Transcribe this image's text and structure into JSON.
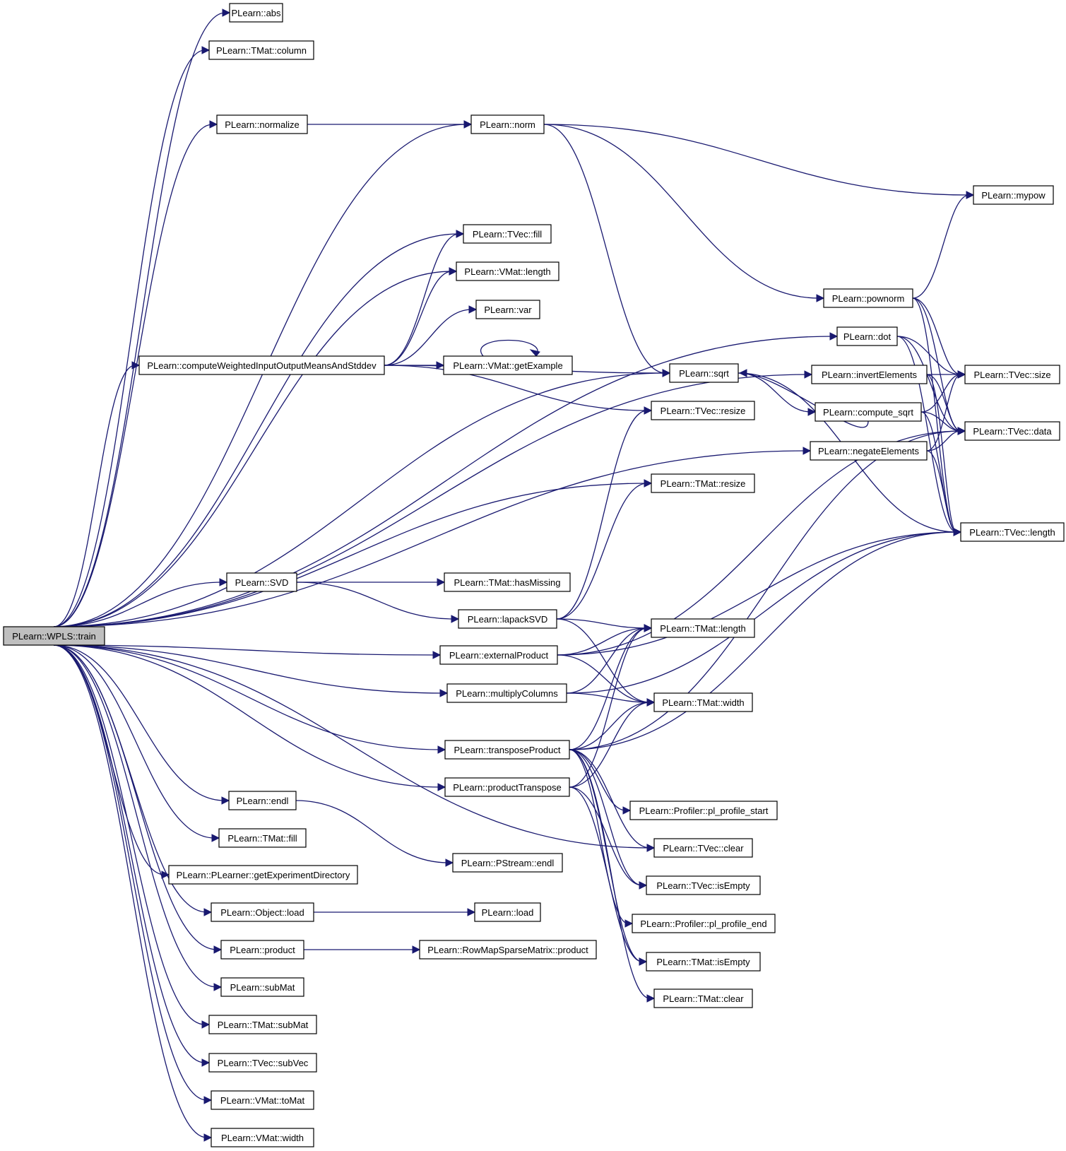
{
  "graph": {
    "colors": {
      "edge": "#191970",
      "root_fill": "#bfbfbf",
      "node_fill": "#ffffff",
      "border_default": "#000000",
      "border_truncated": "#ff0000"
    },
    "nodes": [
      {
        "id": "train",
        "label": "PLearn::WPLS::train",
        "root": true
      },
      {
        "id": "abs",
        "label": "PLearn::abs"
      },
      {
        "id": "tmat_column",
        "label": "PLearn::TMat::column"
      },
      {
        "id": "normalize",
        "label": "PLearn::normalize"
      },
      {
        "id": "norm",
        "label": "PLearn::norm"
      },
      {
        "id": "mypow",
        "label": "PLearn::mypow",
        "truncated": true
      },
      {
        "id": "tvec_fill",
        "label": "PLearn::TVec::fill"
      },
      {
        "id": "vmat_length",
        "label": "PLearn::VMat::length"
      },
      {
        "id": "var",
        "label": "PLearn::var"
      },
      {
        "id": "pownorm",
        "label": "PLearn::pownorm"
      },
      {
        "id": "dot",
        "label": "PLearn::dot"
      },
      {
        "id": "cwio",
        "label": "PLearn::computeWeightedInputOutputMeansAndStddev"
      },
      {
        "id": "getexample",
        "label": "PLearn::VMat::getExample"
      },
      {
        "id": "sqrt",
        "label": "PLearn::sqrt"
      },
      {
        "id": "invert",
        "label": "PLearn::invertElements"
      },
      {
        "id": "tvec_size",
        "label": "PLearn::TVec::size"
      },
      {
        "id": "tvec_resize",
        "label": "PLearn::TVec::resize"
      },
      {
        "id": "compute_sqrt",
        "label": "PLearn::compute_sqrt"
      },
      {
        "id": "tvec_data",
        "label": "PLearn::TVec::data"
      },
      {
        "id": "negate",
        "label": "PLearn::negateElements"
      },
      {
        "id": "tmat_resize",
        "label": "PLearn::TMat::resize"
      },
      {
        "id": "tvec_length",
        "label": "PLearn::TVec::length"
      },
      {
        "id": "svd",
        "label": "PLearn::SVD"
      },
      {
        "id": "hasmissing",
        "label": "PLearn::TMat::hasMissing"
      },
      {
        "id": "lapacksvd",
        "label": "PLearn::lapackSVD",
        "truncated": true
      },
      {
        "id": "tmat_length",
        "label": "PLearn::TMat::length"
      },
      {
        "id": "extprod",
        "label": "PLearn::externalProduct"
      },
      {
        "id": "multcols",
        "label": "PLearn::multiplyColumns"
      },
      {
        "id": "tmat_width",
        "label": "PLearn::TMat::width"
      },
      {
        "id": "transprod",
        "label": "PLearn::transposeProduct"
      },
      {
        "id": "prodtrans",
        "label": "PLearn::productTranspose"
      },
      {
        "id": "endl",
        "label": "PLearn::endl"
      },
      {
        "id": "prof_start",
        "label": "PLearn::Profiler::pl_profile_start"
      },
      {
        "id": "tmat_fill",
        "label": "PLearn::TMat::fill"
      },
      {
        "id": "tvec_clear",
        "label": "PLearn::TVec::clear"
      },
      {
        "id": "pstream_endl",
        "label": "PLearn::PStream::endl",
        "truncated": true
      },
      {
        "id": "getexpdir",
        "label": "PLearn::PLearner::getExperimentDirectory"
      },
      {
        "id": "tvec_isempty",
        "label": "PLearn::TVec::isEmpty"
      },
      {
        "id": "obj_load",
        "label": "PLearn::Object::load"
      },
      {
        "id": "load",
        "label": "PLearn::load",
        "truncated": true
      },
      {
        "id": "prof_end",
        "label": "PLearn::Profiler::pl_profile_end"
      },
      {
        "id": "product",
        "label": "PLearn::product"
      },
      {
        "id": "rowmap_product",
        "label": "PLearn::RowMapSparseMatrix::product"
      },
      {
        "id": "tmat_isempty",
        "label": "PLearn::TMat::isEmpty"
      },
      {
        "id": "submat",
        "label": "PLearn::subMat"
      },
      {
        "id": "tmat_clear",
        "label": "PLearn::TMat::clear"
      },
      {
        "id": "tmat_submat",
        "label": "PLearn::TMat::subMat"
      },
      {
        "id": "tvec_subvec",
        "label": "PLearn::TVec::subVec"
      },
      {
        "id": "vmat_tomat",
        "label": "PLearn::VMat::toMat"
      },
      {
        "id": "vmat_width",
        "label": "PLearn::VMat::width"
      }
    ],
    "edges": [
      [
        "train",
        "abs"
      ],
      [
        "train",
        "tmat_column"
      ],
      [
        "train",
        "normalize"
      ],
      [
        "train",
        "norm"
      ],
      [
        "train",
        "tvec_fill"
      ],
      [
        "train",
        "vmat_length"
      ],
      [
        "train",
        "dot"
      ],
      [
        "train",
        "invert"
      ],
      [
        "train",
        "cwio"
      ],
      [
        "train",
        "sqrt"
      ],
      [
        "train",
        "negate"
      ],
      [
        "train",
        "tmat_resize"
      ],
      [
        "train",
        "svd"
      ],
      [
        "train",
        "extprod"
      ],
      [
        "train",
        "multcols"
      ],
      [
        "train",
        "transprod"
      ],
      [
        "train",
        "prodtrans"
      ],
      [
        "train",
        "endl"
      ],
      [
        "train",
        "tmat_fill"
      ],
      [
        "train",
        "getexpdir"
      ],
      [
        "train",
        "obj_load"
      ],
      [
        "train",
        "product"
      ],
      [
        "train",
        "submat"
      ],
      [
        "train",
        "tmat_submat"
      ],
      [
        "train",
        "tvec_subvec"
      ],
      [
        "train",
        "vmat_tomat"
      ],
      [
        "train",
        "vmat_width"
      ],
      [
        "train",
        "tvec_clear"
      ],
      [
        "normalize",
        "norm"
      ],
      [
        "norm",
        "mypow"
      ],
      [
        "norm",
        "pownorm"
      ],
      [
        "norm",
        "sqrt"
      ],
      [
        "pownorm",
        "mypow"
      ],
      [
        "pownorm",
        "tvec_size"
      ],
      [
        "pownorm",
        "tvec_data"
      ],
      [
        "pownorm",
        "tvec_length"
      ],
      [
        "dot",
        "tvec_size"
      ],
      [
        "dot",
        "tvec_data"
      ],
      [
        "dot",
        "tvec_length"
      ],
      [
        "invert",
        "tvec_size"
      ],
      [
        "invert",
        "tvec_data"
      ],
      [
        "invert",
        "tvec_length"
      ],
      [
        "cwio",
        "tvec_fill"
      ],
      [
        "cwio",
        "vmat_length"
      ],
      [
        "cwio",
        "var"
      ],
      [
        "cwio",
        "getexample"
      ],
      [
        "cwio",
        "sqrt"
      ],
      [
        "cwio",
        "tvec_resize"
      ],
      [
        "getexample",
        "getexample"
      ],
      [
        "sqrt",
        "compute_sqrt"
      ],
      [
        "sqrt",
        "tvec_length"
      ],
      [
        "compute_sqrt",
        "sqrt"
      ],
      [
        "compute_sqrt",
        "tvec_size"
      ],
      [
        "compute_sqrt",
        "tvec_data"
      ],
      [
        "compute_sqrt",
        "tvec_length"
      ],
      [
        "negate",
        "tvec_size"
      ],
      [
        "negate",
        "tvec_data"
      ],
      [
        "negate",
        "tvec_length"
      ],
      [
        "svd",
        "hasmissing"
      ],
      [
        "svd",
        "lapacksvd"
      ],
      [
        "lapacksvd",
        "tvec_resize"
      ],
      [
        "lapacksvd",
        "tmat_resize"
      ],
      [
        "lapacksvd",
        "tmat_length"
      ],
      [
        "lapacksvd",
        "tmat_width"
      ],
      [
        "extprod",
        "tmat_length"
      ],
      [
        "extprod",
        "tmat_width"
      ],
      [
        "extprod",
        "tvec_data"
      ],
      [
        "extprod",
        "tvec_length"
      ],
      [
        "multcols",
        "tmat_length"
      ],
      [
        "multcols",
        "tmat_width"
      ],
      [
        "multcols",
        "tvec_length"
      ],
      [
        "transprod",
        "tmat_length"
      ],
      [
        "transprod",
        "tmat_width"
      ],
      [
        "transprod",
        "tvec_data"
      ],
      [
        "transprod",
        "tvec_length"
      ],
      [
        "transprod",
        "prof_start"
      ],
      [
        "transprod",
        "tvec_clear"
      ],
      [
        "transprod",
        "tvec_isempty"
      ],
      [
        "transprod",
        "prof_end"
      ],
      [
        "transprod",
        "tmat_isempty"
      ],
      [
        "transprod",
        "tmat_clear"
      ],
      [
        "prodtrans",
        "tmat_length"
      ],
      [
        "prodtrans",
        "tmat_width"
      ],
      [
        "prodtrans",
        "tvec_isempty"
      ],
      [
        "prodtrans",
        "tmat_isempty"
      ],
      [
        "endl",
        "pstream_endl"
      ],
      [
        "obj_load",
        "load"
      ],
      [
        "product",
        "rowmap_product"
      ]
    ]
  }
}
